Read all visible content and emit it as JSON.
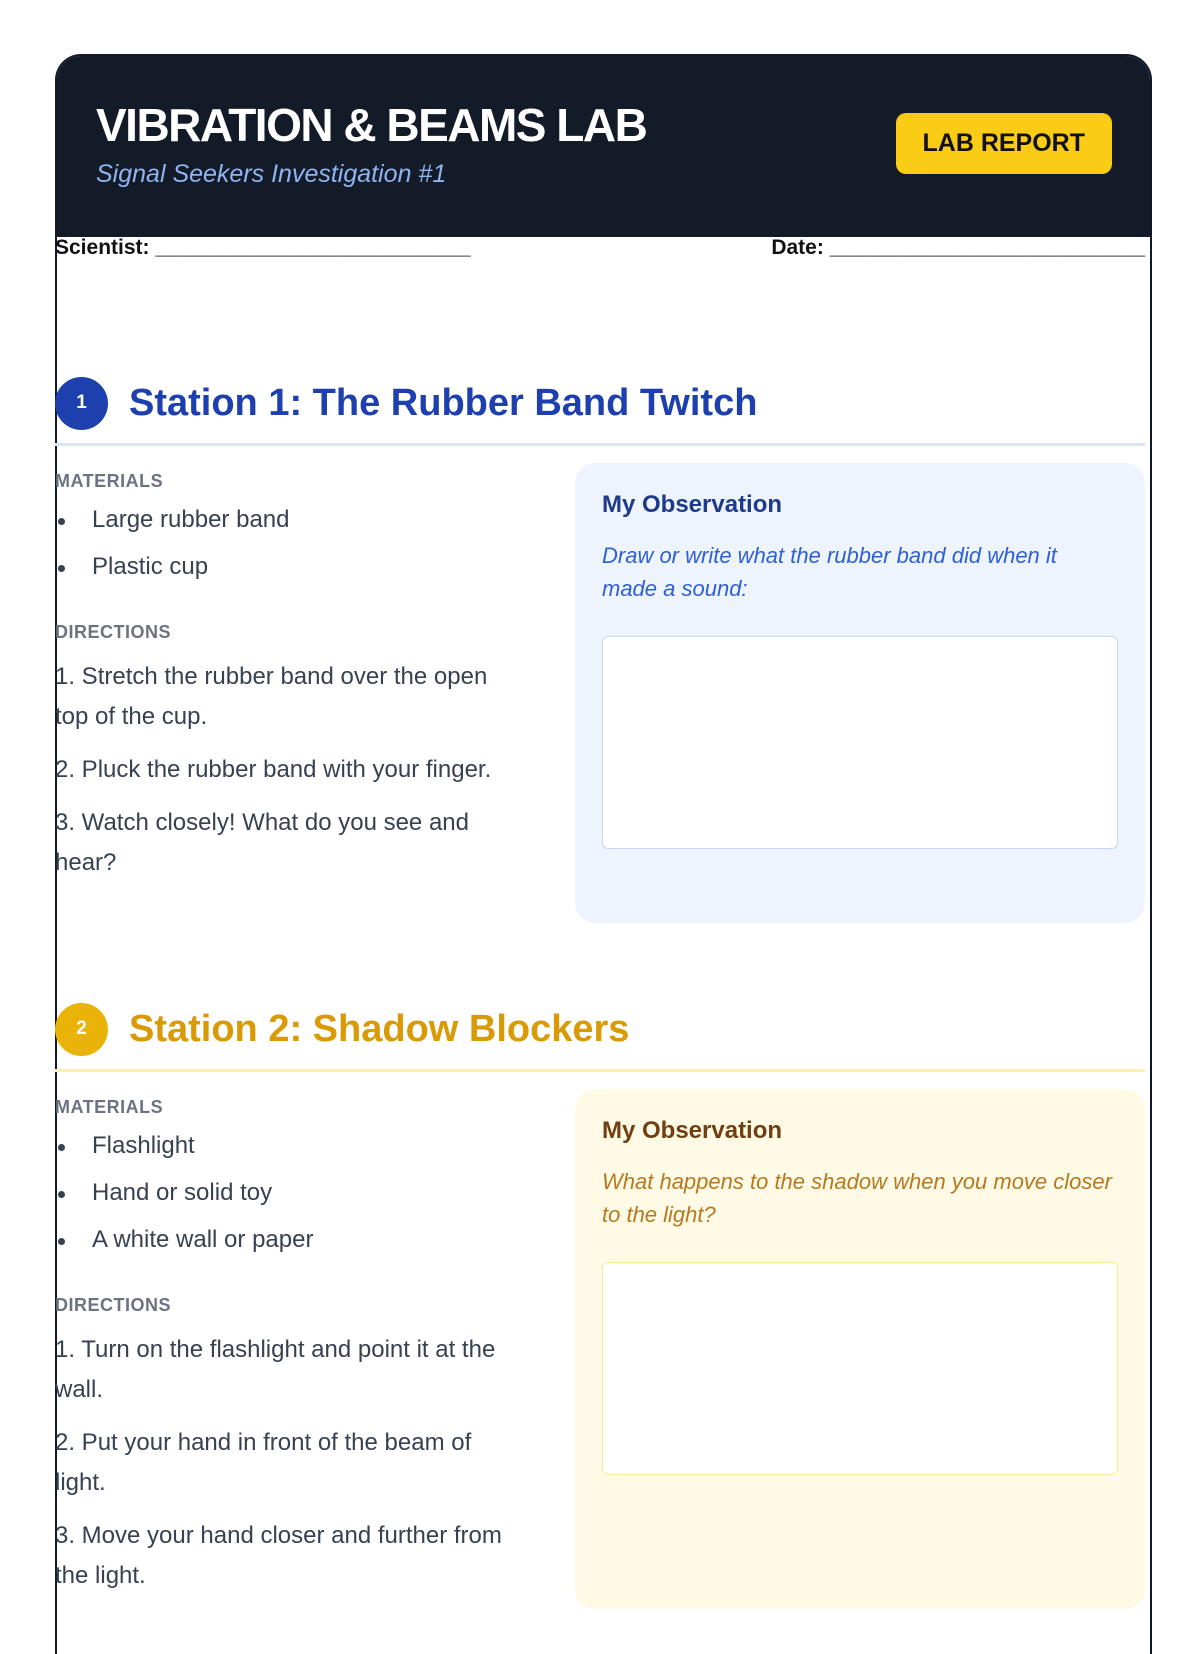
{
  "header": {
    "title": "VIBRATION & BEAMS LAB",
    "subtitle": "Signal Seekers Investigation #1",
    "badge": "LAB REPORT"
  },
  "fields": {
    "scientist": "Scientist: ___________________________",
    "date": "Date: ___________________________"
  },
  "stations": [
    {
      "number": "1",
      "title": "Station 1: The Rubber Band Twitch",
      "materials_label": "MATERIALS",
      "materials": [
        "Large rubber band",
        "Plastic cup"
      ],
      "directions_label": "DIRECTIONS",
      "directions": [
        "1. Stretch the rubber band over the open top of the cup.",
        "2. Pluck the rubber band with your finger.",
        "3. Watch closely! What do you see and hear?"
      ],
      "observation_title": "My Observation",
      "observation_prompt": "Draw or write what the rubber band did when it made a sound:"
    },
    {
      "number": "2",
      "title": "Station 2: Shadow Blockers",
      "materials_label": "MATERIALS",
      "materials": [
        "Flashlight",
        "Hand or solid toy",
        "A white wall or paper"
      ],
      "directions_label": "DIRECTIONS",
      "directions": [
        "1. Turn on the flashlight and point it at the wall.",
        "2. Put your hand in front of the beam of light.",
        "3. Move your hand closer and further from the light."
      ],
      "observation_title": "My Observation",
      "observation_prompt": "What happens to the shadow when you move closer to the light?"
    }
  ],
  "colors": {
    "station1": "#1e40af",
    "station2": "#d99a06"
  }
}
